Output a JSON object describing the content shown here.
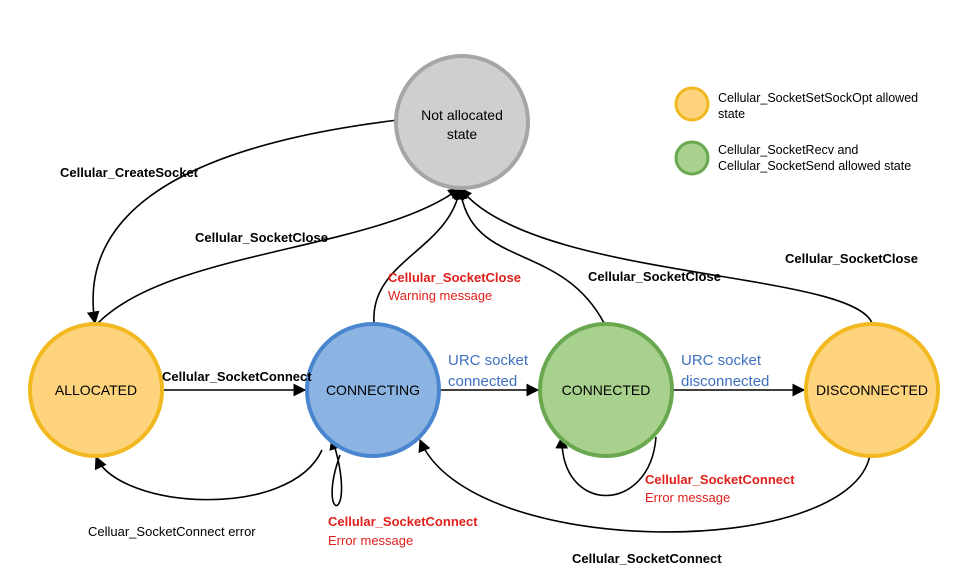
{
  "nodes": {
    "not_allocated": {
      "line1": "Not allocated",
      "line2": "state",
      "fill": "#cfcfcf",
      "stroke": "#a6a6a6"
    },
    "allocated": {
      "label": "ALLOCATED",
      "fill": "#fdd37d",
      "stroke": "#f2b81f"
    },
    "connecting": {
      "label": "CONNECTING",
      "fill": "#8cb4e2",
      "stroke": "#4a86d0"
    },
    "connected": {
      "label": "CONNECTED",
      "fill": "#a9d18e",
      "stroke": "#6aa84f"
    },
    "disconnected": {
      "label": "DISCONNECTED",
      "fill": "#fdd37d",
      "stroke": "#f2b81f"
    }
  },
  "legend": [
    {
      "line1": "Cellular_SocketSetSockOpt allowed",
      "line2": "state",
      "fill": "#fdd37d",
      "stroke": "#f2b81f"
    },
    {
      "line1": "Cellular_SocketRecv and",
      "line2": "Cellular_SocketSend allowed state",
      "fill": "#a9d18e",
      "stroke": "#6aa84f"
    }
  ],
  "edges": {
    "create_socket": "Cellular_CreateSocket",
    "allocated_close": "Cellular_SocketClose",
    "connecting_close": "Cellular_SocketClose",
    "connecting_close_note": "Warning message",
    "connected_close": "Cellular_SocketClose",
    "disconnected_close": "Cellular_SocketClose",
    "allocated_connect": "Cellular_SocketConnect",
    "urc_connected_line1": "URC socket",
    "urc_connected_line2": "connected",
    "urc_disconnected_line1": "URC socket",
    "urc_disconnected_line2": "disconnected",
    "connect_error": "Celluar_SocketConnect error",
    "connecting_self": "Cellular_SocketConnect",
    "connecting_self_note": "Error message",
    "connected_self": "Cellular_SocketConnect",
    "connected_self_note": "Error message",
    "disconnected_connect": "Cellular_SocketConnect"
  }
}
